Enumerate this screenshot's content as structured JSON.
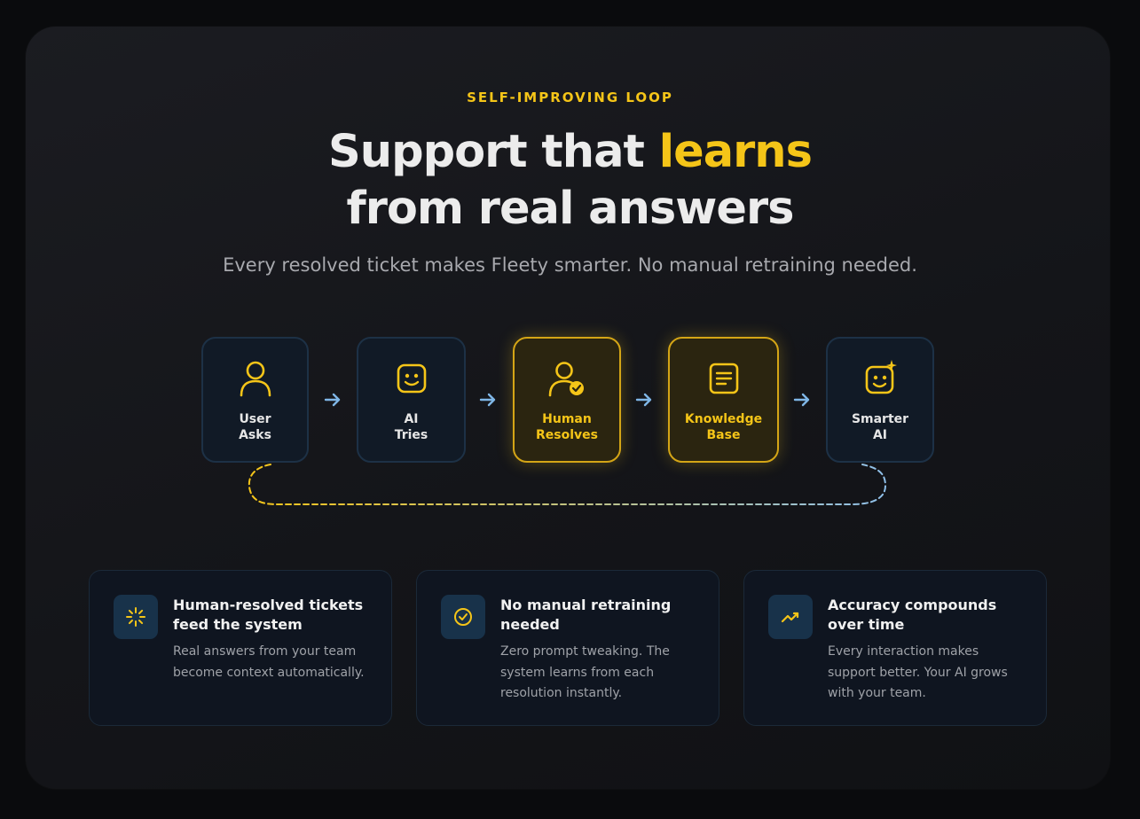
{
  "hero": {
    "eyebrow": "SELF-IMPROVING LOOP",
    "headline_prefix": "Support that ",
    "headline_accent": "learns",
    "headline_line2": "from real answers",
    "subtitle": "Every resolved ticket makes Fleety smarter. No manual retraining needed."
  },
  "flow": {
    "steps": [
      {
        "line1": "User",
        "line2": "Asks",
        "icon": "user-icon",
        "highlighted": false
      },
      {
        "line1": "AI",
        "line2": "Tries",
        "icon": "bot-face-icon",
        "highlighted": false
      },
      {
        "line1": "Human",
        "line2": "Resolves",
        "icon": "user-check-icon",
        "highlighted": true
      },
      {
        "line1": "Knowledge",
        "line2": "Base",
        "icon": "document-icon",
        "highlighted": true
      },
      {
        "line1": "Smarter",
        "line2": "AI",
        "icon": "bot-face-spark-icon",
        "highlighted": false
      }
    ],
    "arrow_icon": "arrow-right-icon",
    "loop_icon": "dashed-loop-connector"
  },
  "features": [
    {
      "title": "Human-resolved tickets feed the system",
      "desc": "Real answers from your team become context automatically.",
      "icon": "sparkle-icon"
    },
    {
      "title": "No manual retraining needed",
      "desc": "Zero prompt tweaking. The system learns from each resolution instantly.",
      "icon": "check-circle-icon"
    },
    {
      "title": "Accuracy compounds over time",
      "desc": "Every interaction makes support better. Your AI grows with your team.",
      "icon": "trend-up-icon"
    }
  ],
  "colors": {
    "accent": "#f5c518",
    "arrow": "#7fb6e6",
    "card_bg": "#141519",
    "step_border": "#1d3146",
    "loop_end": "#8fc0ea"
  }
}
